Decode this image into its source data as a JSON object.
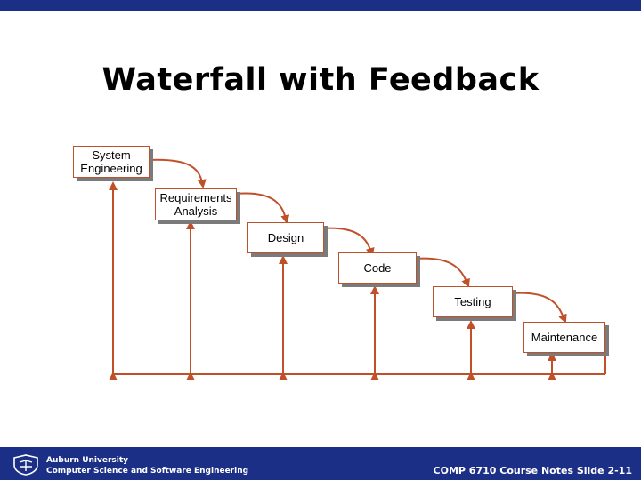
{
  "slide": {
    "title": "Waterfall with Feedback"
  },
  "stages": [
    {
      "id": "system-engineering",
      "label": "System\nEngineering"
    },
    {
      "id": "requirements-analysis",
      "label": "Requirements\nAnalysis"
    },
    {
      "id": "design",
      "label": "Design"
    },
    {
      "id": "code",
      "label": "Code"
    },
    {
      "id": "testing",
      "label": "Testing"
    },
    {
      "id": "maintenance",
      "label": "Maintenance"
    }
  ],
  "footer": {
    "institution": "Auburn University",
    "department": "Computer Science and Software Engineering",
    "course_note": "COMP 6710 Course Notes Slide 2-11"
  },
  "colors": {
    "brand_navy": "#1c2f86",
    "arrow": "#c0502a",
    "box_border": "#b9532c",
    "shadow": "#7b7b7b"
  }
}
